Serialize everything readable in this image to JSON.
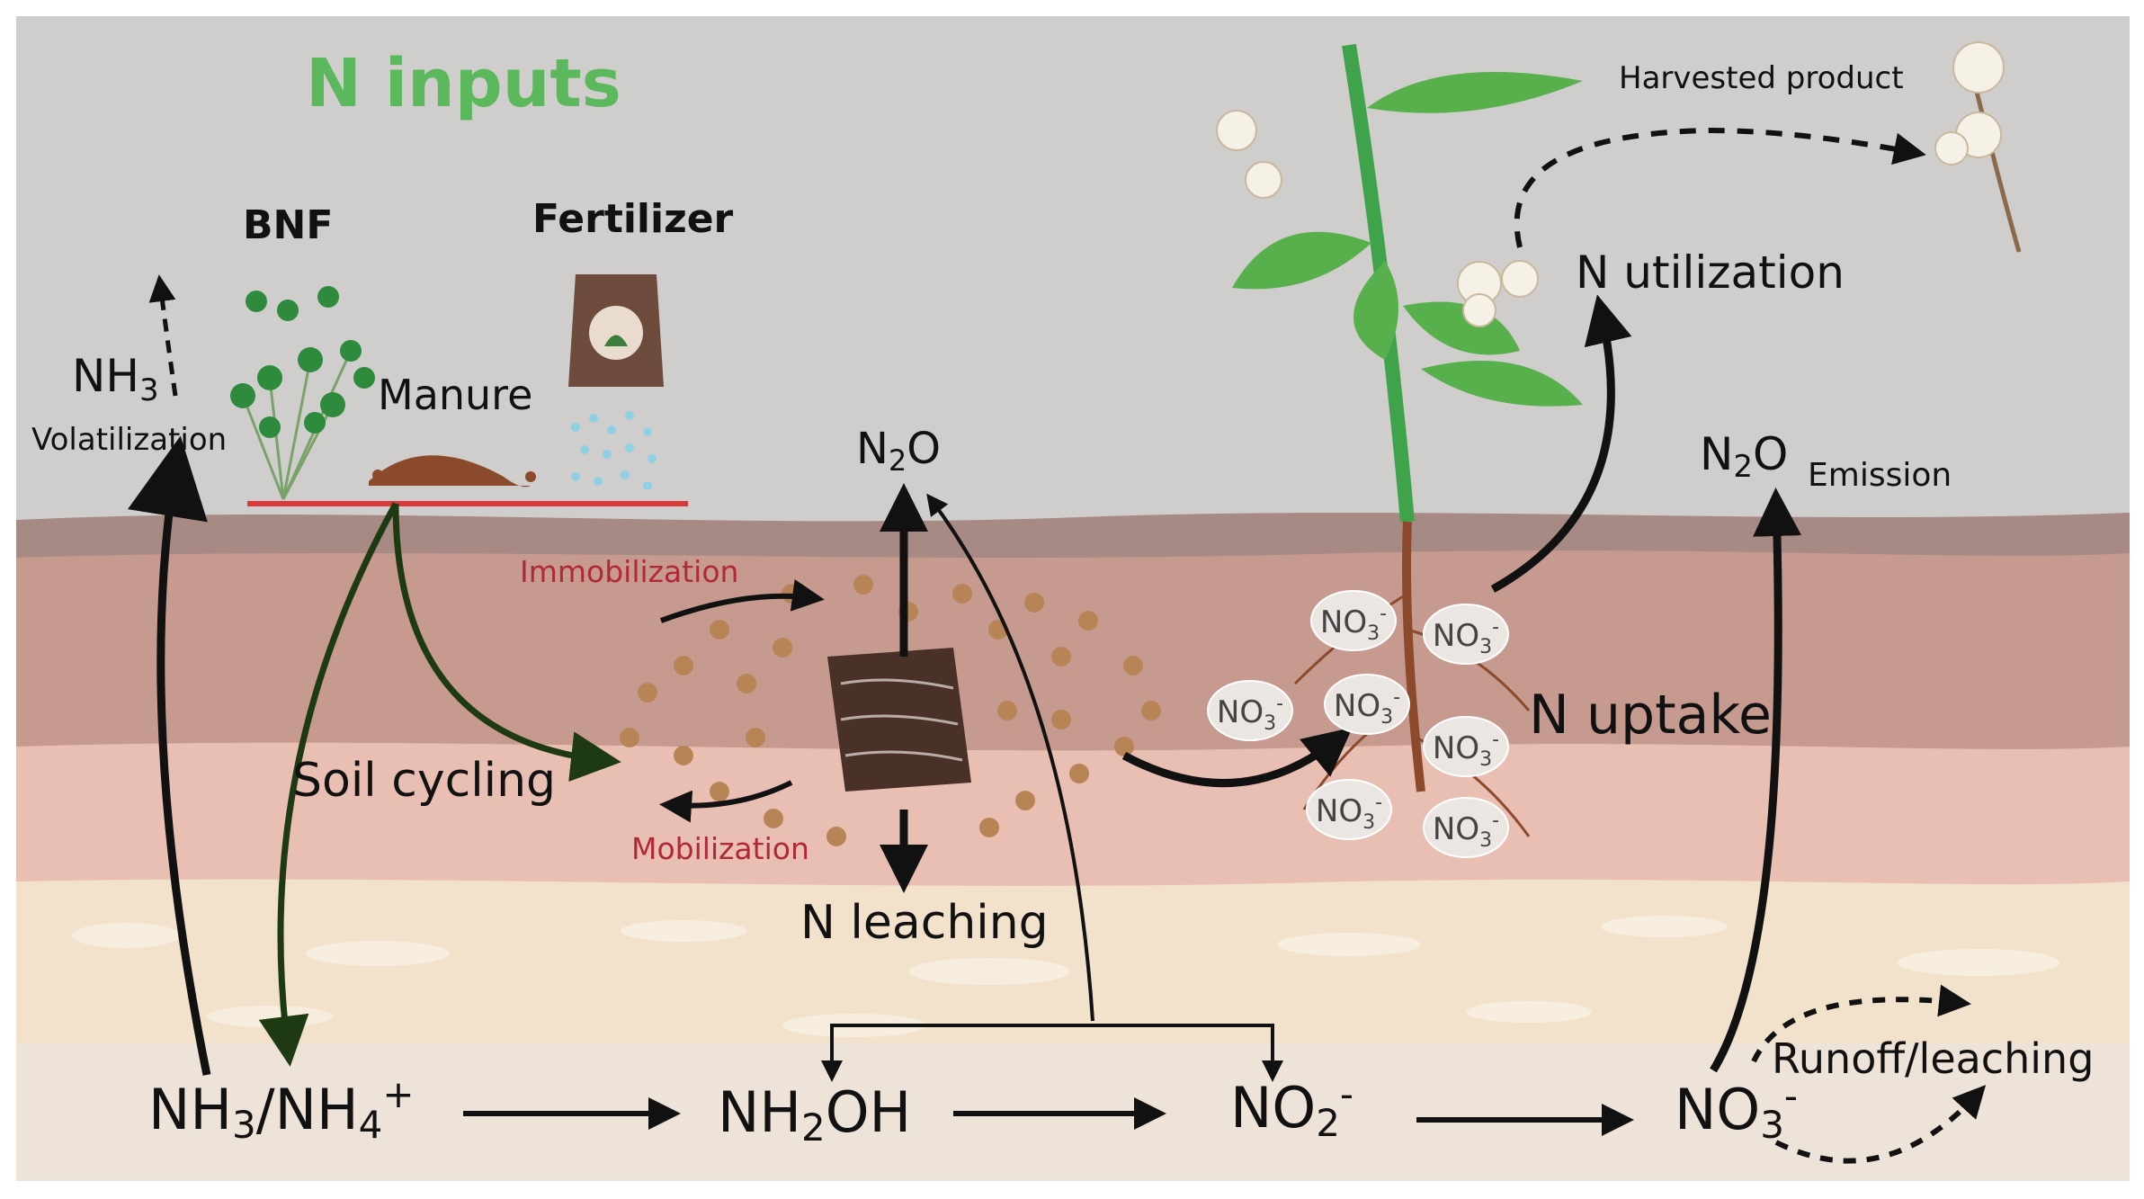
{
  "title": "N inputs",
  "inputs": {
    "bnf": "BNF",
    "fertilizer": "Fertilizer",
    "manure": "Manure"
  },
  "atmosphere": {
    "nh3": "NH",
    "nh3_sub": "3",
    "volatilization": "Volatilization",
    "n2o_center": "N",
    "n2o_center_sub": "2",
    "n2o_center_o": "O",
    "n2o_right": "N",
    "n2o_right_sub": "2",
    "n2o_right_o": "O",
    "emission": "Emission"
  },
  "plant": {
    "harvested_product": "Harvested product",
    "n_utilization": "N utilization",
    "n_uptake": "N uptake",
    "nitrate_label": "NO",
    "nitrate_sub": "3",
    "nitrate_sup": "-"
  },
  "soil": {
    "immobilization": "Immobilization",
    "mobilization": "Mobilization",
    "soil_cycling": "Soil cycling",
    "n_leaching": "N leaching"
  },
  "chain": {
    "ammonium_a": "NH",
    "ammonium_a_sub": "3",
    "ammonium_b": "/NH",
    "ammonium_b_sub": "4",
    "ammonium_sup": "+",
    "hydroxylamine_a": "NH",
    "hydroxylamine_sub": "2",
    "hydroxylamine_b": "OH",
    "nitrite": "NO",
    "nitrite_sub": "2",
    "nitrite_sup": "-",
    "nitrate": "NO",
    "nitrate_sub": "3",
    "nitrate_sup": "-",
    "runoff": "Runoff/leaching"
  },
  "colors": {
    "sky": "#cfcecd",
    "soil_top": "#a88a85",
    "soil_mid": "#c79a90",
    "soil_low": "#e9bfb4",
    "subsoil": "#f2e2cc",
    "title_green": "#5cb85c",
    "ground_line": "#d63a3a",
    "arrow": "#111111",
    "arrow_green": "#1e3a12"
  }
}
